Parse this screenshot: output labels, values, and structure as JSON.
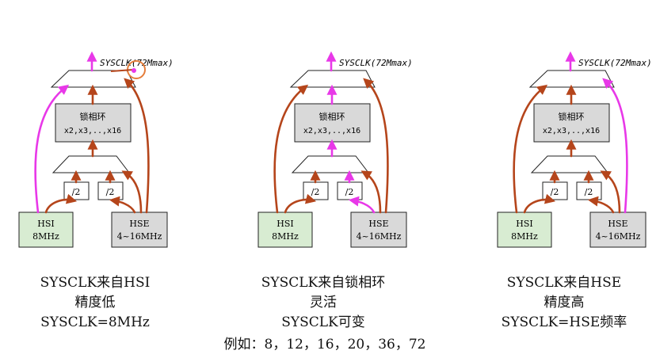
{
  "sysclk_label": "SYSCLK(72Mmax)",
  "pll": {
    "title": "锁相环",
    "multipliers": "x2,x3,..,x16"
  },
  "div_label": "/2",
  "hsi": {
    "name": "HSI",
    "freq": "8MHz"
  },
  "hse": {
    "name": "HSE",
    "freq": "4~16MHz"
  },
  "panels": [
    {
      "source": "HSI",
      "caption": [
        "SYSCLK来自HSI",
        "精度低",
        "SYSCLK=8MHz"
      ]
    },
    {
      "source": "PLL",
      "caption": [
        "SYSCLK来自锁相环",
        "灵活",
        "SYSCLK可变"
      ]
    },
    {
      "source": "HSE",
      "caption": [
        "SYSCLK来自HSE",
        "精度高",
        "SYSCLK=HSE频率"
      ]
    }
  ],
  "example": "例如：8，12，16，20，36，72",
  "colors": {
    "active": "#e838e8",
    "inactive": "#b5451b",
    "hsi_fill": "#d8ecd2",
    "box_fill": "#d9d9d9",
    "highlight": "#e57d3a"
  }
}
